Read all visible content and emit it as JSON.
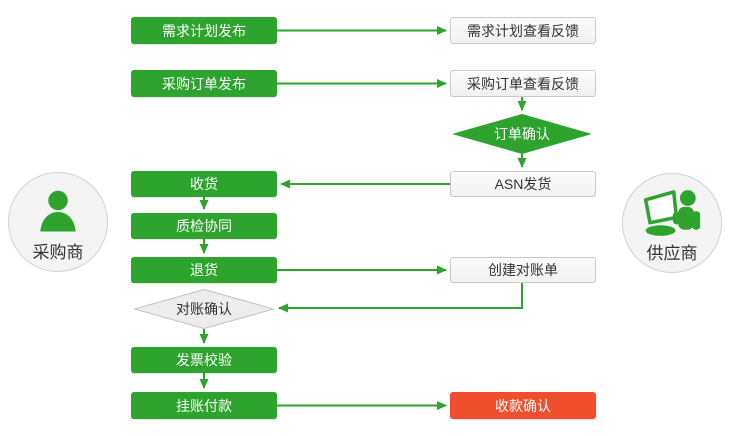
{
  "colors": {
    "green": "#2EA42E",
    "red": "#F04F2E",
    "light_node_bg": "#F6F6F6",
    "light_node_border": "#C9C9C9",
    "text_dark": "#333333",
    "text_light": "#FFFFFF"
  },
  "actors": {
    "buyer": {
      "label": "采购商",
      "icon": "person-icon"
    },
    "supplier": {
      "label": "供应商",
      "icon": "person-with-laptop-icon"
    }
  },
  "nodes": {
    "demand_publish": {
      "label": "需求计划发布"
    },
    "po_publish": {
      "label": "采购订单发布"
    },
    "receive": {
      "label": "收货"
    },
    "quality_check": {
      "label": "质检协同"
    },
    "return_goods": {
      "label": "退货"
    },
    "recon_confirm": {
      "label": "对账确认"
    },
    "invoice_verify": {
      "label": "发票校验"
    },
    "book_payment": {
      "label": "挂账付款"
    },
    "demand_feedback": {
      "label": "需求计划查看反馈"
    },
    "po_feedback": {
      "label": "采购订单查看反馈"
    },
    "order_confirm": {
      "label": "订单确认"
    },
    "asn_ship": {
      "label": "ASN发货"
    },
    "create_recon": {
      "label": "创建对账单"
    },
    "payment_confirm": {
      "label": "收款确认"
    }
  },
  "edges": [
    {
      "from": "demand_publish",
      "to": "demand_feedback"
    },
    {
      "from": "po_publish",
      "to": "po_feedback"
    },
    {
      "from": "po_feedback",
      "to": "order_confirm"
    },
    {
      "from": "order_confirm",
      "to": "asn_ship"
    },
    {
      "from": "asn_ship",
      "to": "receive"
    },
    {
      "from": "receive",
      "to": "quality_check"
    },
    {
      "from": "quality_check",
      "to": "return_goods"
    },
    {
      "from": "return_goods",
      "to": "create_recon"
    },
    {
      "from": "create_recon",
      "to": "recon_confirm"
    },
    {
      "from": "recon_confirm",
      "to": "invoice_verify"
    },
    {
      "from": "invoice_verify",
      "to": "book_payment"
    },
    {
      "from": "book_payment",
      "to": "payment_confirm"
    }
  ]
}
